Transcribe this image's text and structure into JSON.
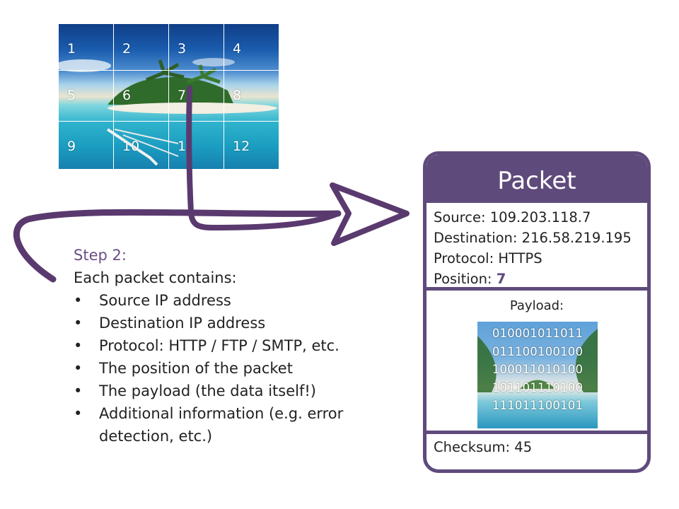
{
  "grid": {
    "tiles": [
      "1",
      "2",
      "3",
      "4",
      "5",
      "6",
      "7",
      "8",
      "9",
      "10",
      "1",
      "12"
    ]
  },
  "steps": {
    "title": "Step 2:",
    "intro": "Each packet contains:",
    "items": [
      "Source IP address",
      "Destination IP address",
      "Protocol: HTTP / FTP / SMTP, etc.",
      "The position of the packet",
      "The payload (the data itself!)",
      "Additional information (e.g. error detection, etc.)"
    ]
  },
  "packet": {
    "title": "Packet",
    "source_label": "Source:",
    "source": "109.203.118.7",
    "destination_label": "Destination:",
    "destination": "216.58.219.195",
    "protocol_label": "Protocol:",
    "protocol": "HTTPS",
    "position_label": "Position:",
    "position": "7",
    "payload_label": "Payload:",
    "payload_bits": [
      "010001011011",
      "011100100100",
      "100011010100",
      "101101110100",
      "111011100101"
    ],
    "checksum_label": "Checksum:",
    "checksum": "45"
  },
  "colors": {
    "accent": "#5f4a7c",
    "arrow": "#5a3a6e"
  }
}
